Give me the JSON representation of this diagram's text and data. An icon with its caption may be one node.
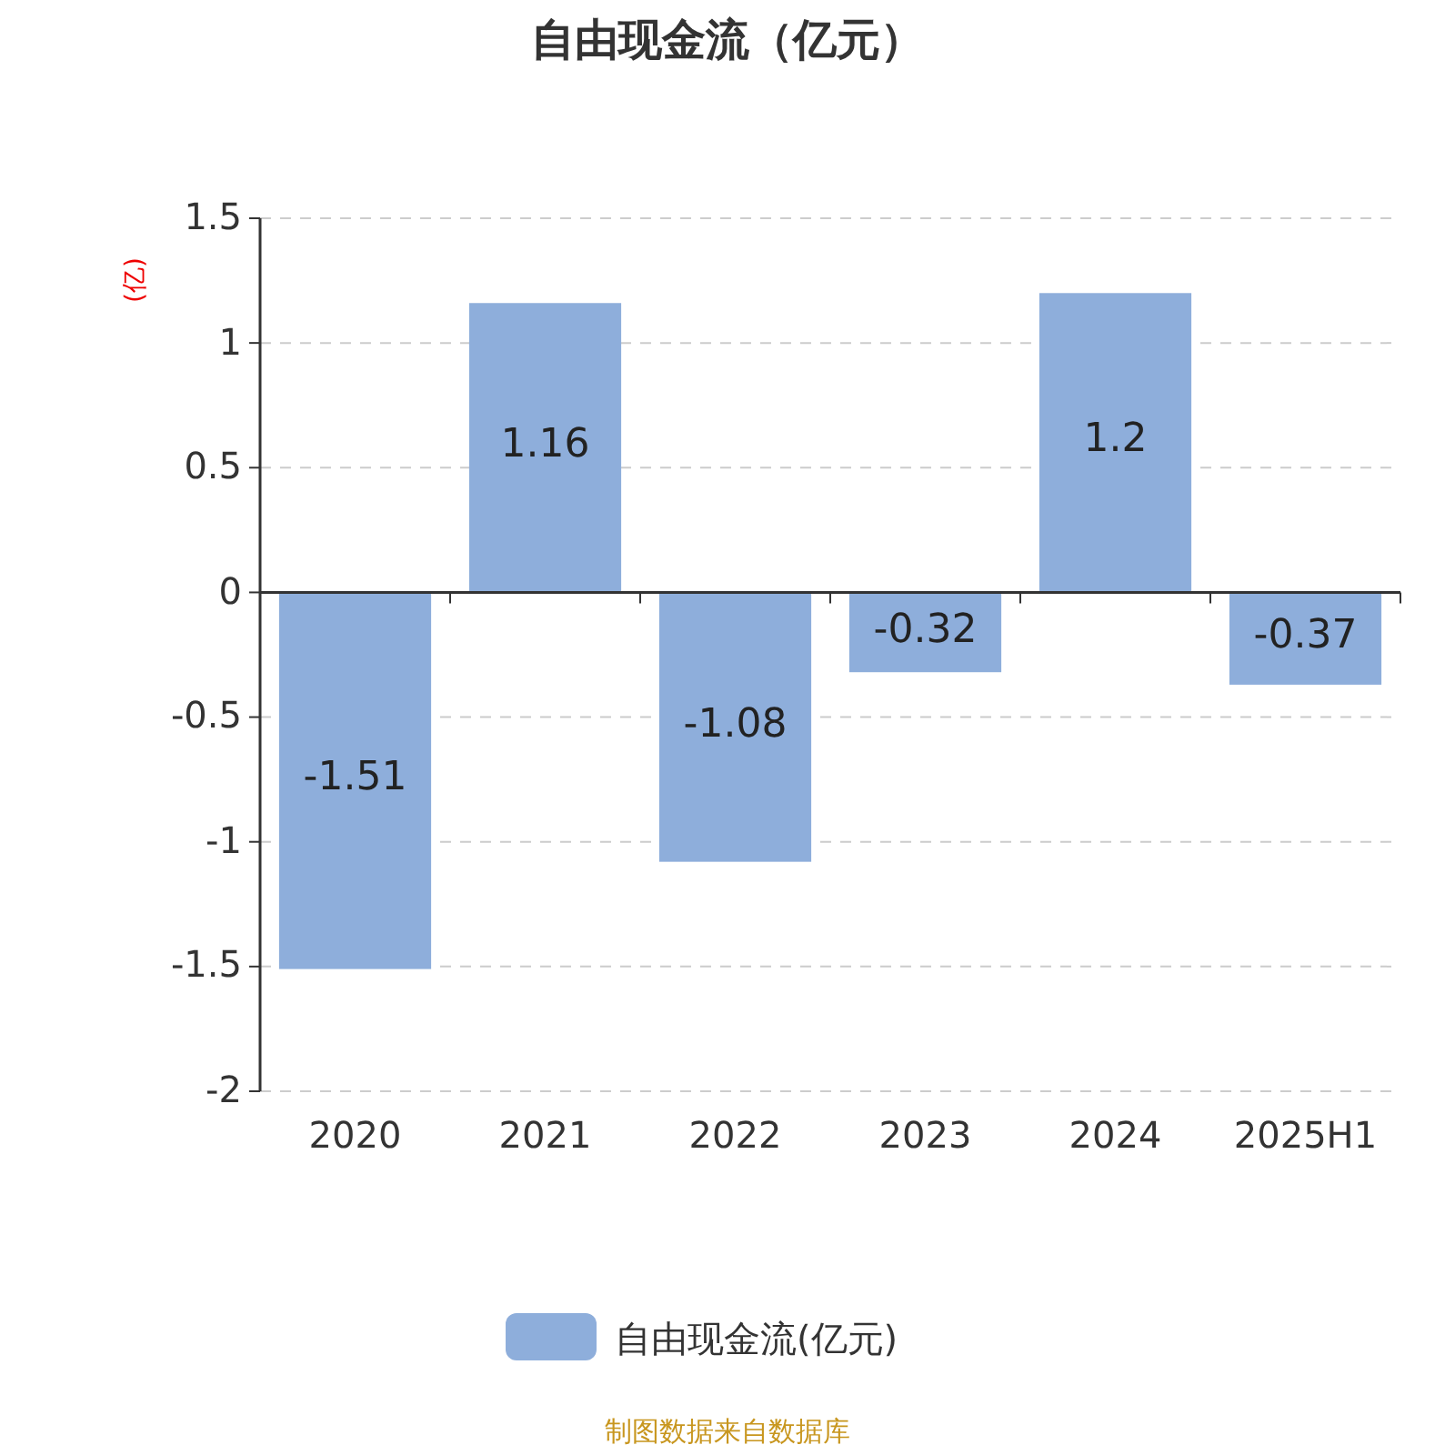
{
  "diagram": {
    "title": "自由现金流（亿元）",
    "caption": "制图数据来自数据库",
    "legend": [
      {
        "text": "自由现金流(亿元)",
        "color": "#8eaedb"
      }
    ],
    "chart_data": {
      "type": "bar",
      "ylabel": "(亿)",
      "categories": [
        "2020",
        "2021",
        "2022",
        "2023",
        "2024",
        "2025H1"
      ],
      "series": [
        {
          "color": "#8eaedb",
          "values": [
            -1.51,
            1.16,
            -1.08,
            -0.32,
            1.2,
            -0.37
          ]
        }
      ],
      "ylim": [
        -2,
        1.5
      ],
      "yticks": [
        -2,
        -1.5,
        -1,
        -0.5,
        0,
        0.5,
        1,
        1.5
      ],
      "data_labels": true,
      "grid": true
    }
  }
}
